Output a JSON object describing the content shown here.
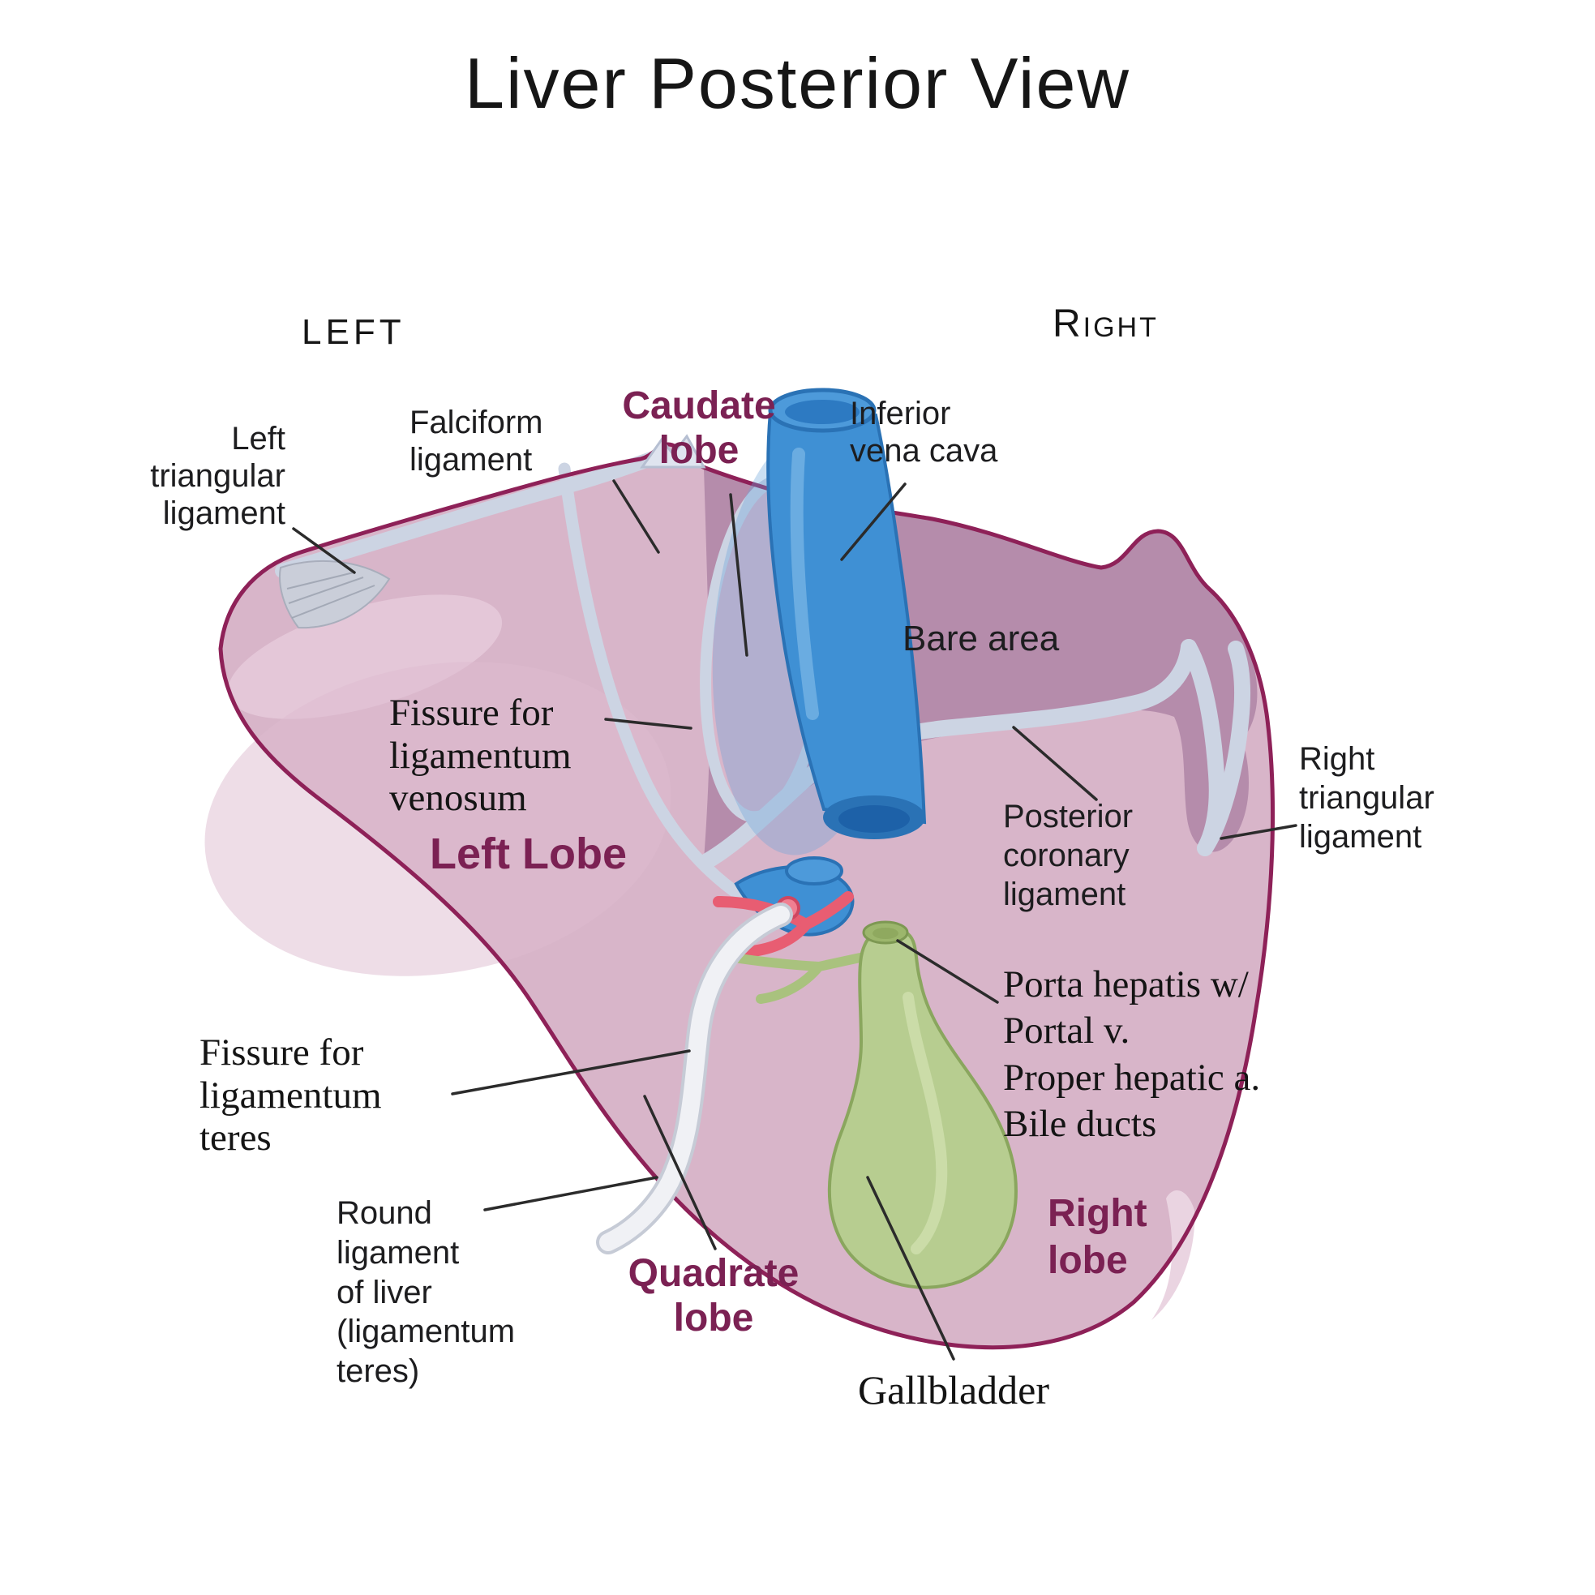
{
  "title": "Liver Posterior View",
  "side_headers": {
    "left": "LEFT",
    "right": "Right"
  },
  "labels": {
    "left_triangular": "Left\ntriangular\nligament",
    "falciform": "Falciform\nligament",
    "caudate": "Caudate\nlobe",
    "inferior_vena_cava": "Inferior\nvena cava",
    "bare_area": "Bare area",
    "fissure_venosum": "Fissure for\nligamentum\nvenosum",
    "left_lobe": "Left Lobe",
    "posterior_coronary": "Posterior\ncoronary\nligament",
    "right_triangular": "Right\ntriangular\nligament",
    "porta_hepatis": "Porta hepatis w/\nPortal v.\nProper hepatic a.\nBile ducts",
    "fissure_teres": "Fissure for\nligamentum\nteres",
    "round_ligament": "Round\nligament\nof liver\n(ligamentum\nteres)",
    "quadrate": "Quadrate\nlobe",
    "right_lobe": "Right\nlobe",
    "gallbladder": "Gallbladder"
  },
  "colors": {
    "liver_fill": "#d8b5c9",
    "liver_outline": "#8e2158",
    "bare_area_fill": "#b58cab",
    "ligament_band": "#ccd4e3",
    "vena_cava_blue": "#3f90d4",
    "artery_red": "#e85d72",
    "gallbladder_green": "#b7cd90",
    "round_ligament_white": "#f0f1f5",
    "lobe_label_maroon": "#7b2153",
    "text_black": "#1d1d1f"
  }
}
